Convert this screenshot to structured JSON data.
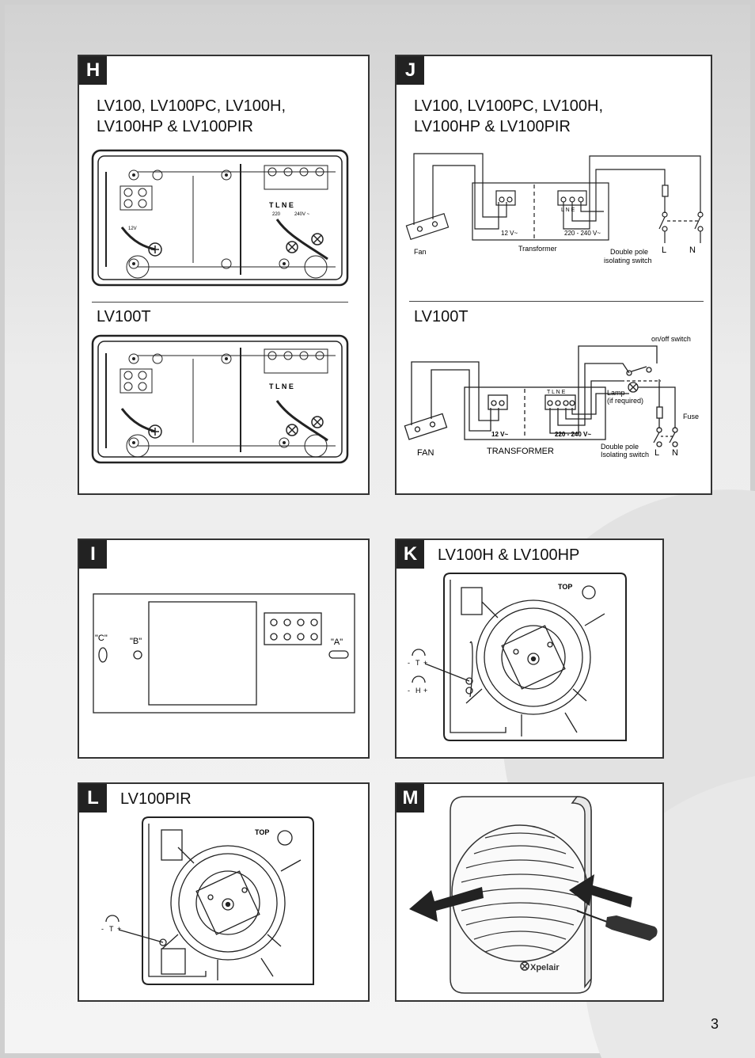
{
  "panels": {
    "H": {
      "letter": "H",
      "title1": "LV100, LV100PC, LV100H,",
      "title2": "LV100HP & LV100PIR",
      "title3": "LV100T",
      "terminals": "T  L  N  E",
      "volts_low": "12V",
      "volts_a": "220",
      "volts_b": "240V ~"
    },
    "J": {
      "letter": "J",
      "title1": "LV100, LV100PC, LV100H,",
      "title2": "LV100HP & LV100PIR",
      "title3": "LV100T",
      "top": {
        "fan": "Fan",
        "transformer": "Transformer",
        "v_low": "12 V~",
        "v_high": "220 - 240 V~",
        "lne": "L  N  E",
        "switch1": "Double pole",
        "switch2": "isolating switch",
        "L": "L",
        "N": "N"
      },
      "bottom": {
        "fan": "FAN",
        "transformer": "TRANSFORMER",
        "v_low": "12 V~",
        "v_high": "220 - 240 V~",
        "lne": "T  L  N  E",
        "onoff": "on/off switch",
        "lamp1": "Lamp",
        "lamp2": "(if required)",
        "fuse": "Fuse",
        "switch1": "Double pole",
        "switch2": "Isolating switch",
        "L": "L",
        "N": "N"
      }
    },
    "I": {
      "letter": "I",
      "label_c": "\"C\"",
      "label_b": "\"B\"",
      "label_a": "\"A\""
    },
    "K": {
      "letter": "K",
      "title": "LV100H & LV100HP",
      "top": "TOP",
      "t_label": "T",
      "h_label": "H"
    },
    "L": {
      "letter": "L",
      "title": "LV100PIR",
      "top": "TOP",
      "t_label": "T"
    },
    "M": {
      "letter": "M",
      "brand": "Xpelair"
    }
  },
  "page_number": "3"
}
